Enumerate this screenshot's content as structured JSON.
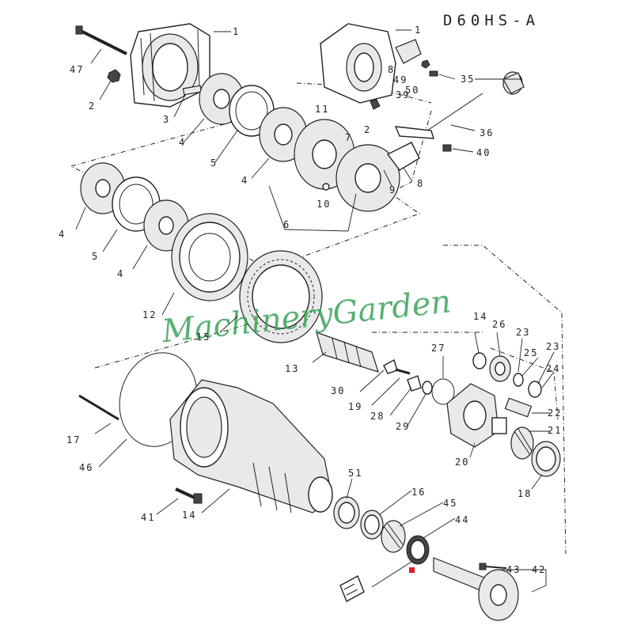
{
  "diagram": {
    "title": "D60HS-A",
    "watermark": "MachineryGarden",
    "callouts": [
      "1",
      "1",
      "47",
      "2",
      "3",
      "4",
      "5",
      "4",
      "11",
      "7",
      "8",
      "49",
      "50",
      "39",
      "2",
      "35",
      "36",
      "40",
      "9",
      "8",
      "10",
      "6",
      "4",
      "5",
      "4",
      "12",
      "15",
      "13",
      "14",
      "26",
      "23",
      "25",
      "23",
      "24",
      "27",
      "30",
      "19",
      "28",
      "29",
      "20",
      "22",
      "21",
      "18",
      "17",
      "46",
      "41",
      "14",
      "51",
      "16",
      "45",
      "44",
      "43",
      "42"
    ],
    "marker_color": "#e02020",
    "watermark_color": "#3aa45a"
  }
}
